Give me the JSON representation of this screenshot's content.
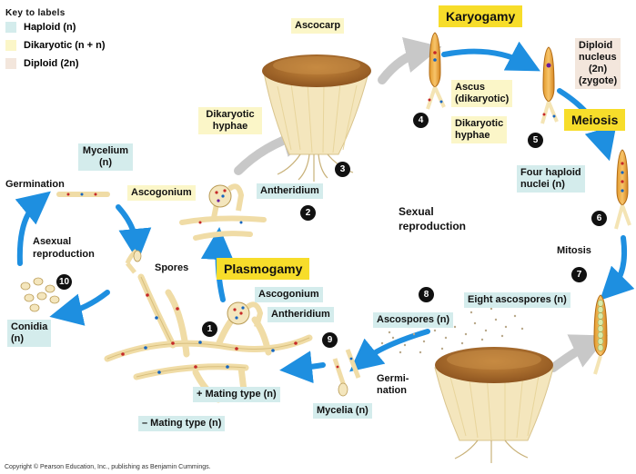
{
  "key": {
    "title": "Key to labels",
    "items": [
      {
        "label": "Haploid (n)",
        "color": "#d4ecec"
      },
      {
        "label": "Dikaryotic (n + n)",
        "color": "#fbf6c8"
      },
      {
        "label": "Diploid (2n)",
        "color": "#f3e6dc"
      }
    ]
  },
  "stages": {
    "karyogamy": "Karyogamy",
    "meiosis": "Meiosis",
    "plasmogamy": "Plasmogamy",
    "mitosis": "Mitosis",
    "sexual_line1": "Sexual",
    "sexual_line2": "reproduction",
    "asexual_line1": "Asexual",
    "asexual_line2": "reproduction"
  },
  "labels": {
    "ascocarp": "Ascocarp",
    "dikaryotic_hyphae_1_l1": "Dikaryotic",
    "dikaryotic_hyphae_1_l2": "hyphae",
    "ascus_l1": "Ascus",
    "ascus_l2": "(dikaryotic)",
    "dikaryotic_hyphae_2_l1": "Dikaryotic",
    "dikaryotic_hyphae_2_l2": "hyphae",
    "diploid_nucleus_l1": "Diploid",
    "diploid_nucleus_l2": "nucleus",
    "diploid_nucleus_l3": "(2n)",
    "diploid_nucleus_l4": "(zygote)",
    "four_haploid_l1": "Four haploid",
    "four_haploid_l2": "nuclei (n)",
    "eight_ascospores": "Eight ascospores (n)",
    "ascospores": "Ascospores (n)",
    "germination_right_l1": "Germi-",
    "germination_right_l2": "nation",
    "mycelia": "Mycelia (n)",
    "ascogonium_top": "Ascogonium",
    "antheridium_top": "Antheridium",
    "ascogonium_bottom": "Ascogonium",
    "antheridium_bottom": "Antheridium",
    "plus_mating": "+ Mating type (n)",
    "minus_mating": "– Mating type (n)",
    "mycelium_l1": "Mycelium",
    "mycelium_l2": "(n)",
    "germination_left": "Germination",
    "spores": "Spores",
    "conidia_l1": "Conidia",
    "conidia_l2": "(n)"
  },
  "steps": [
    "1",
    "2",
    "3",
    "4",
    "5",
    "6",
    "7",
    "8",
    "9",
    "10"
  ],
  "copyright": "Copyright © Pearson Education, Inc., publishing as Benjamin Cummings.",
  "colors": {
    "arrow_blue": "#1e8fe0",
    "arrow_gray": "#c8c8c8",
    "hypha": "#f6e4b4",
    "ascocarp_cap": "#b8742e",
    "stage_yellow": "#f7dd2a"
  }
}
